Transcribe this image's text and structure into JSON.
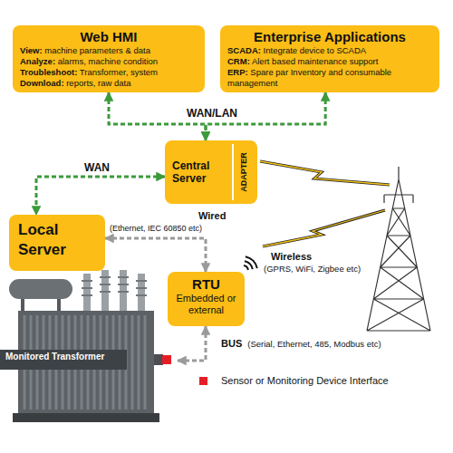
{
  "diagram": {
    "nodes": [
      {
        "text": [
          "Web HMI",
          "View: machine parameters & data",
          "Analyze: alarms, machine condition",
          "Troubleshoot: Transformer, system",
          "Download: reports, raw data"
        ]
      },
      {
        "text": [
          "Enterprise Applications",
          "SCADA: Integrate device to SCADA",
          "CRM: Alert based maintenance support",
          "ERP: Spare par Inventory and consumable management"
        ]
      },
      {
        "text": [
          "Central Server"
        ]
      },
      {
        "text": [
          "ADAPTER"
        ],
        "in": 2
      },
      {
        "text": [
          "Local Server"
        ]
      },
      {
        "text": [
          "RTU",
          "Embedded or external"
        ]
      },
      {
        "text": [
          "Monitored Transformer"
        ]
      }
    ],
    "edges": [
      {
        "from": 0,
        "to": 2,
        "arrow": "both"
      },
      {
        "from": 1,
        "to": 2,
        "arrow": "both"
      },
      {
        "from": 2,
        "to": 4,
        "arrow": "both"
      },
      {
        "from": 4,
        "to": 5,
        "arrow": "both"
      },
      {
        "from": 5,
        "to": 6,
        "arrow": "both"
      }
    ],
    "labels": [
      "WAN/LAN",
      "WAN",
      "Wired",
      "(Ethernet, IEC 60850 etc)",
      "Wireless",
      "(GPRS, WiFi, Zigbee etc)",
      "BUS",
      "(Serial, Ethernet, 485, Modbus etc)"
    ],
    "legend": [
      {
        "text": "Sensor or Monitoring Device Interface",
        "color": "#e41e26"
      }
    ]
  }
}
